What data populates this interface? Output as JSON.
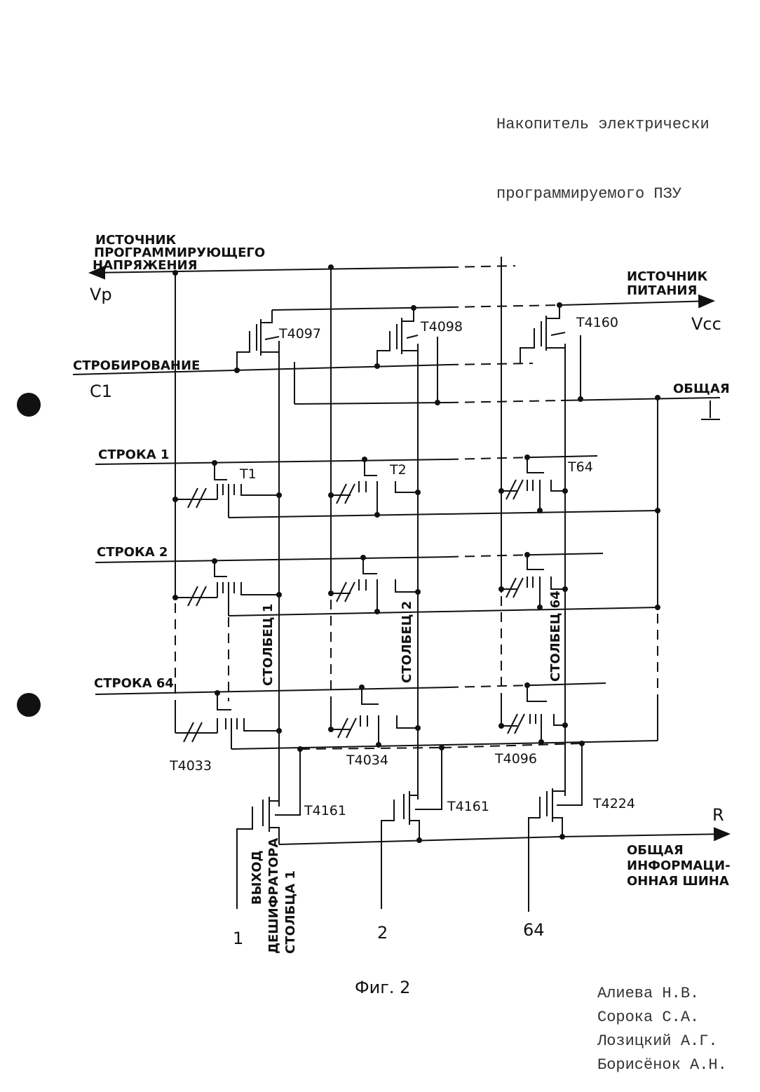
{
  "title": {
    "line1": "Накопитель электрически",
    "line2": "программируемого ПЗУ"
  },
  "labels": {
    "vp_source": [
      "ИСТОЧНИК",
      "ПРОГРАММИРУЮЩЕГО",
      "НАПРЯЖЕНИЯ"
    ],
    "vp": "Vp",
    "power_source": [
      "ИСТОЧНИК",
      "ПИТАНИЯ"
    ],
    "vcc": "Vcc",
    "strobe": "СТРОБИРОВАНИЕ",
    "c1": "C1",
    "common": "ОБЩАЯ",
    "ground": "⊥",
    "row1": "СТРОКА 1",
    "row2": "СТРОКА 2",
    "row64": "СТРОКА 64",
    "col1": "СТОЛБЕЦ 1",
    "col2": "СТОЛБЕЦ 2",
    "col64": "СТОЛБЕЦ 64",
    "r": "R",
    "bus": [
      "ОБЩАЯ",
      "ИНФОРМАЦИ-",
      "ОННАЯ ШИНА"
    ],
    "decoder": [
      "ВЫХОД",
      "ДЕШИФРАТОРА",
      "СТОЛБЦА 1"
    ],
    "num1": "1",
    "num2": "2",
    "num64": "64",
    "fig": "Фиг. 2"
  },
  "transistors": {
    "t4097": "T4097",
    "t4098": "T4098",
    "t4160": "T4160",
    "t1": "T1",
    "t2": "T2",
    "t64": "T64",
    "t4033": "T4033",
    "t4034": "T4034",
    "t4096": "T4096",
    "t4161a": "T4161",
    "t4161b": "T4161",
    "t4224": "T4224"
  },
  "authors": [
    "Алиева Н.В.",
    "Сорока С.А.",
    "Лозицкий А.Г.",
    "Борисёнок А.Н."
  ]
}
